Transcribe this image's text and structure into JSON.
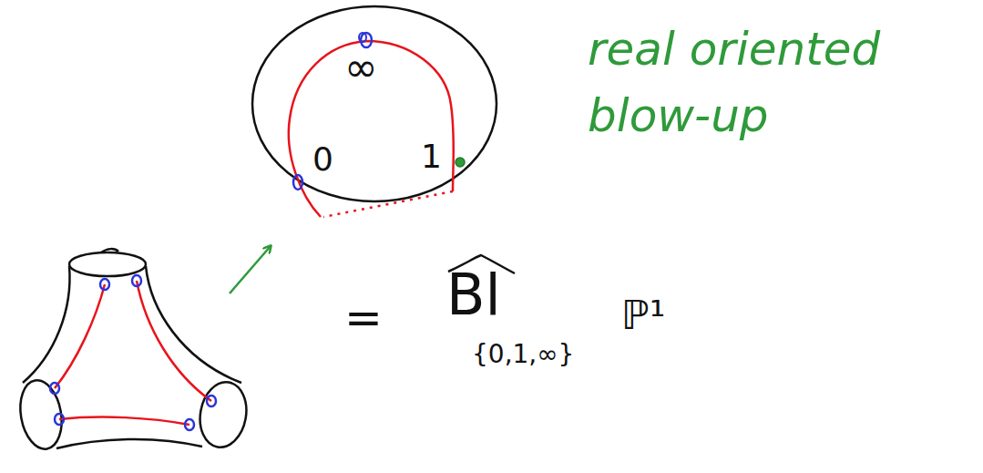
{
  "diagram": {
    "labels": [
      "∞",
      "0",
      "1",
      "real oriented blow-up",
      "=",
      "Bl",
      "{0,1,∞}",
      "ℙ¹"
    ]
  }
}
